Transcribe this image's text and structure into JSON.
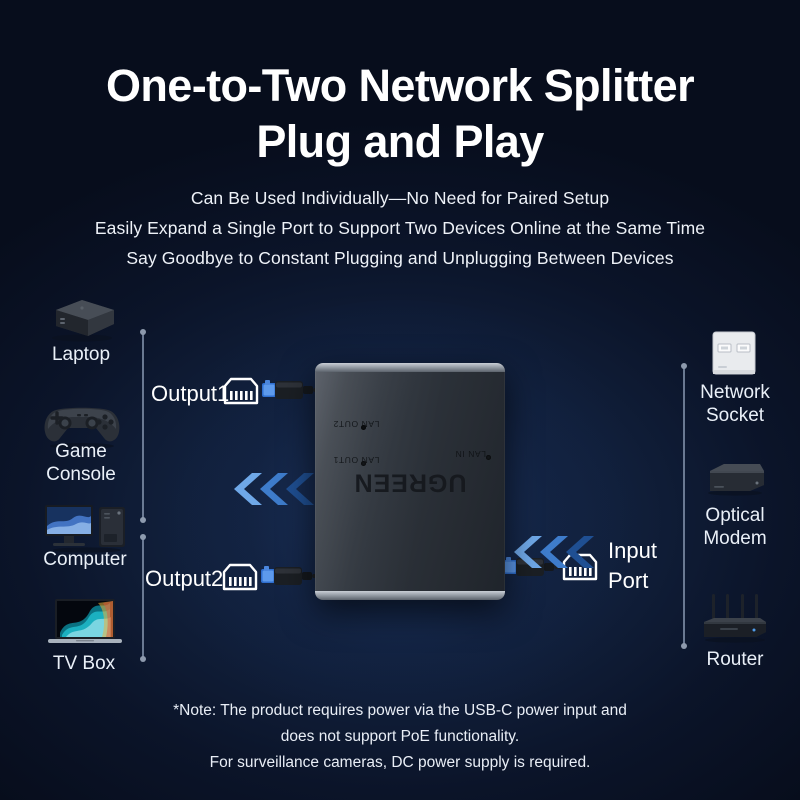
{
  "meta": {
    "background_dark": "#070d1c",
    "background_mid": "#17294a",
    "accent_blue": "#2f6fd0",
    "text_color": "#ffffff"
  },
  "header": {
    "title_line1": "One-to-Two Network Splitter",
    "title_line2": "Plug and Play",
    "subtitles": [
      "Can Be Used Individually—No Need for Paired Setup",
      "Easily Expand a Single Port to Support Two Devices Online at the Same Time",
      "Say Goodbye to Constant Plugging and Unplugging Between Devices"
    ]
  },
  "left_devices": [
    {
      "label": "Laptop",
      "icon": "tv-box-icon"
    },
    {
      "label": "Game\nConsole",
      "label_line1": "Game",
      "label_line2": "Console",
      "icon": "game-controller-icon"
    },
    {
      "label": "Computer",
      "icon": "desktop-computer-icon"
    },
    {
      "label": "TV Box",
      "icon": "laptop-icon"
    }
  ],
  "right_devices": [
    {
      "label_line1": "Network",
      "label_line2": "Socket",
      "icon": "wall-network-socket-icon"
    },
    {
      "label_line1": "Optical",
      "label_line2": "Modem",
      "icon": "optical-modem-icon"
    },
    {
      "label_line1": "Router",
      "label_line2": "",
      "icon": "wifi-router-icon"
    }
  ],
  "ports": {
    "output1": "Output1",
    "output2": "Output2",
    "input_line1": "Input",
    "input_line2": "Port"
  },
  "device": {
    "brand": "UGREEN",
    "port_label_out1": "LAN OUT1",
    "port_label_out2": "LAN OUT2",
    "port_label_in": "LAN IN"
  },
  "note": {
    "line1": "*Note: The product requires power via the USB-C power input and",
    "line2": "does not support PoE functionality.",
    "line3": "For surveillance cameras, DC power supply is required."
  }
}
